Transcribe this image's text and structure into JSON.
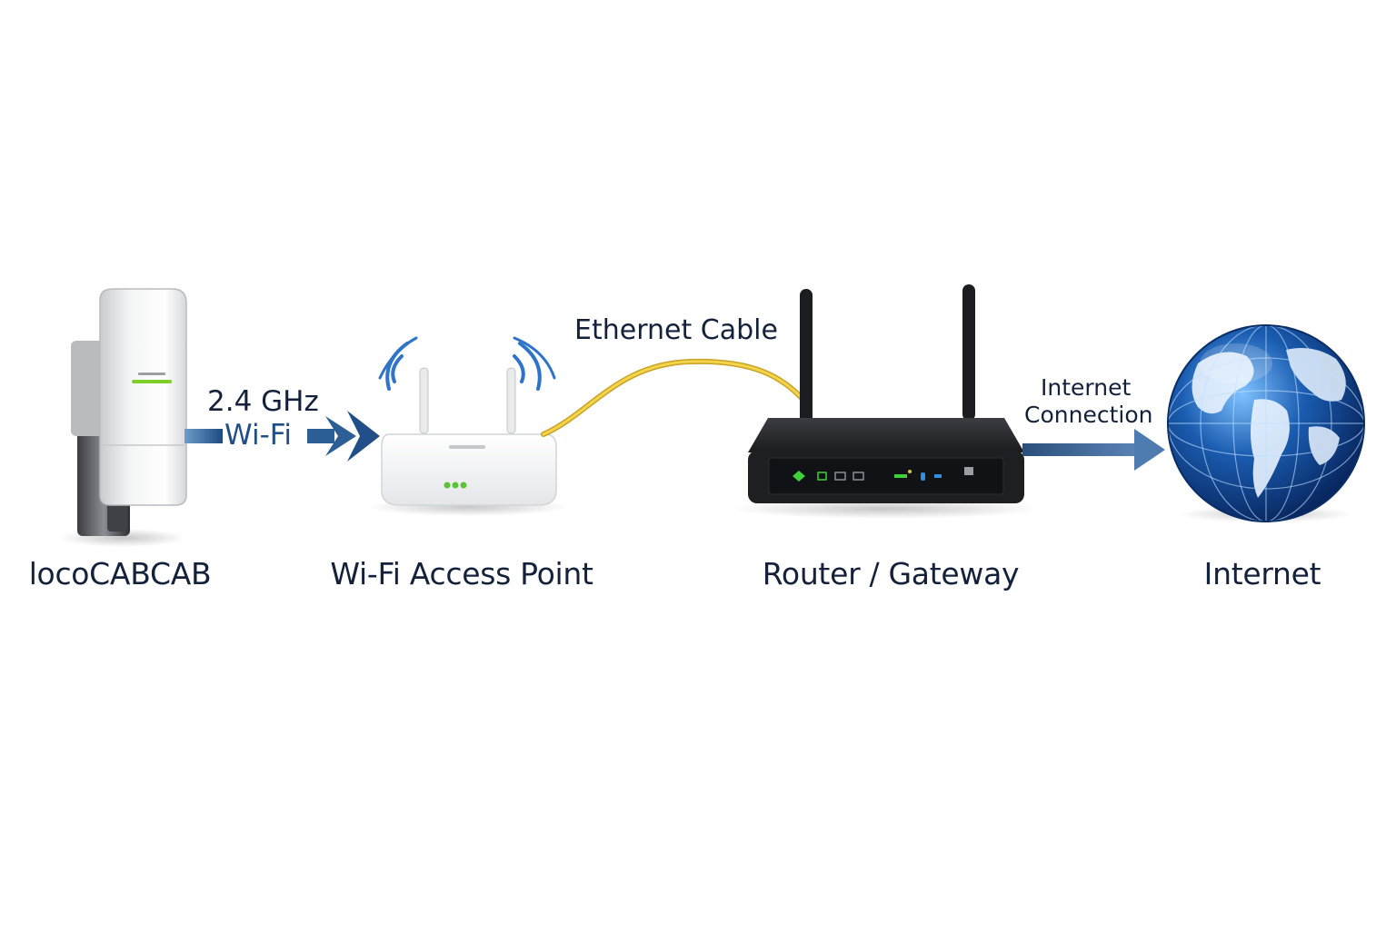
{
  "devices": {
    "cpe": {
      "label": "locoCABCAB"
    },
    "access_point": {
      "label": "Wi-Fi Access Point"
    },
    "router": {
      "label": "Router / Gateway"
    },
    "internet": {
      "label": "Internet"
    }
  },
  "links": {
    "wireless": {
      "line1": "2.4 GHz",
      "line2": "Wi-Fi"
    },
    "ethernet": {
      "label": "Ethernet Cable"
    },
    "uplink": {
      "line1": "Internet",
      "line2": "Connection"
    }
  },
  "colors": {
    "arrow_blue": "#2c5f96",
    "cable_yellow": "#e9c53a",
    "router_body": "#1e1f23",
    "led_green": "#3fd13b",
    "globe_blue": "#1a5cb0",
    "text_dark": "#14213a"
  },
  "icons": [
    "outdoor-cpe-icon",
    "access-point-icon",
    "router-icon",
    "globe-icon",
    "wifi-signal-icon",
    "ethernet-cable-icon"
  ]
}
